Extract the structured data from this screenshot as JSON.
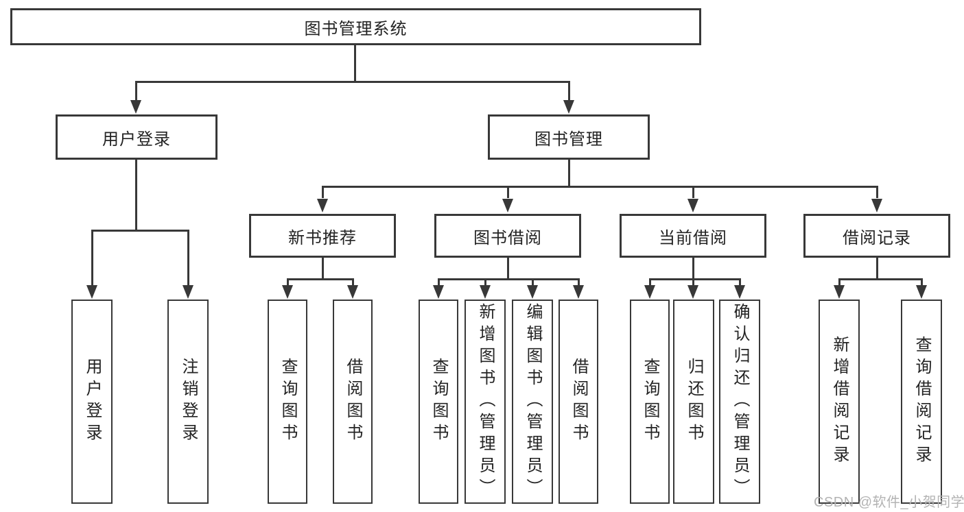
{
  "diagram": {
    "root": {
      "label": "图书管理系统"
    },
    "branches": [
      {
        "label": "用户登录",
        "children": [
          {
            "label": "用户登录"
          },
          {
            "label": "注销登录"
          }
        ]
      },
      {
        "label": "图书管理",
        "children": [
          {
            "label": "新书推荐",
            "children": [
              {
                "label": "查询图书"
              },
              {
                "label": "借阅图书"
              }
            ]
          },
          {
            "label": "图书借阅",
            "children": [
              {
                "label": "查询图书"
              },
              {
                "label": "新增图书（管理员）"
              },
              {
                "label": "编辑图书（管理员）"
              },
              {
                "label": "借阅图书"
              }
            ]
          },
          {
            "label": "当前借阅",
            "children": [
              {
                "label": "查询图书"
              },
              {
                "label": "归还图书"
              },
              {
                "label": "确认归还（管理员）"
              }
            ]
          },
          {
            "label": "借阅记录",
            "children": [
              {
                "label": "新增借阅记录"
              },
              {
                "label": "查询借阅记录"
              }
            ]
          }
        ]
      }
    ]
  },
  "watermark": {
    "text": "CSDN @软件_小贺同学"
  },
  "colors": {
    "line": "#383838",
    "text": "#232323",
    "background": "#ffffff",
    "watermark": "#b3b3b3"
  }
}
